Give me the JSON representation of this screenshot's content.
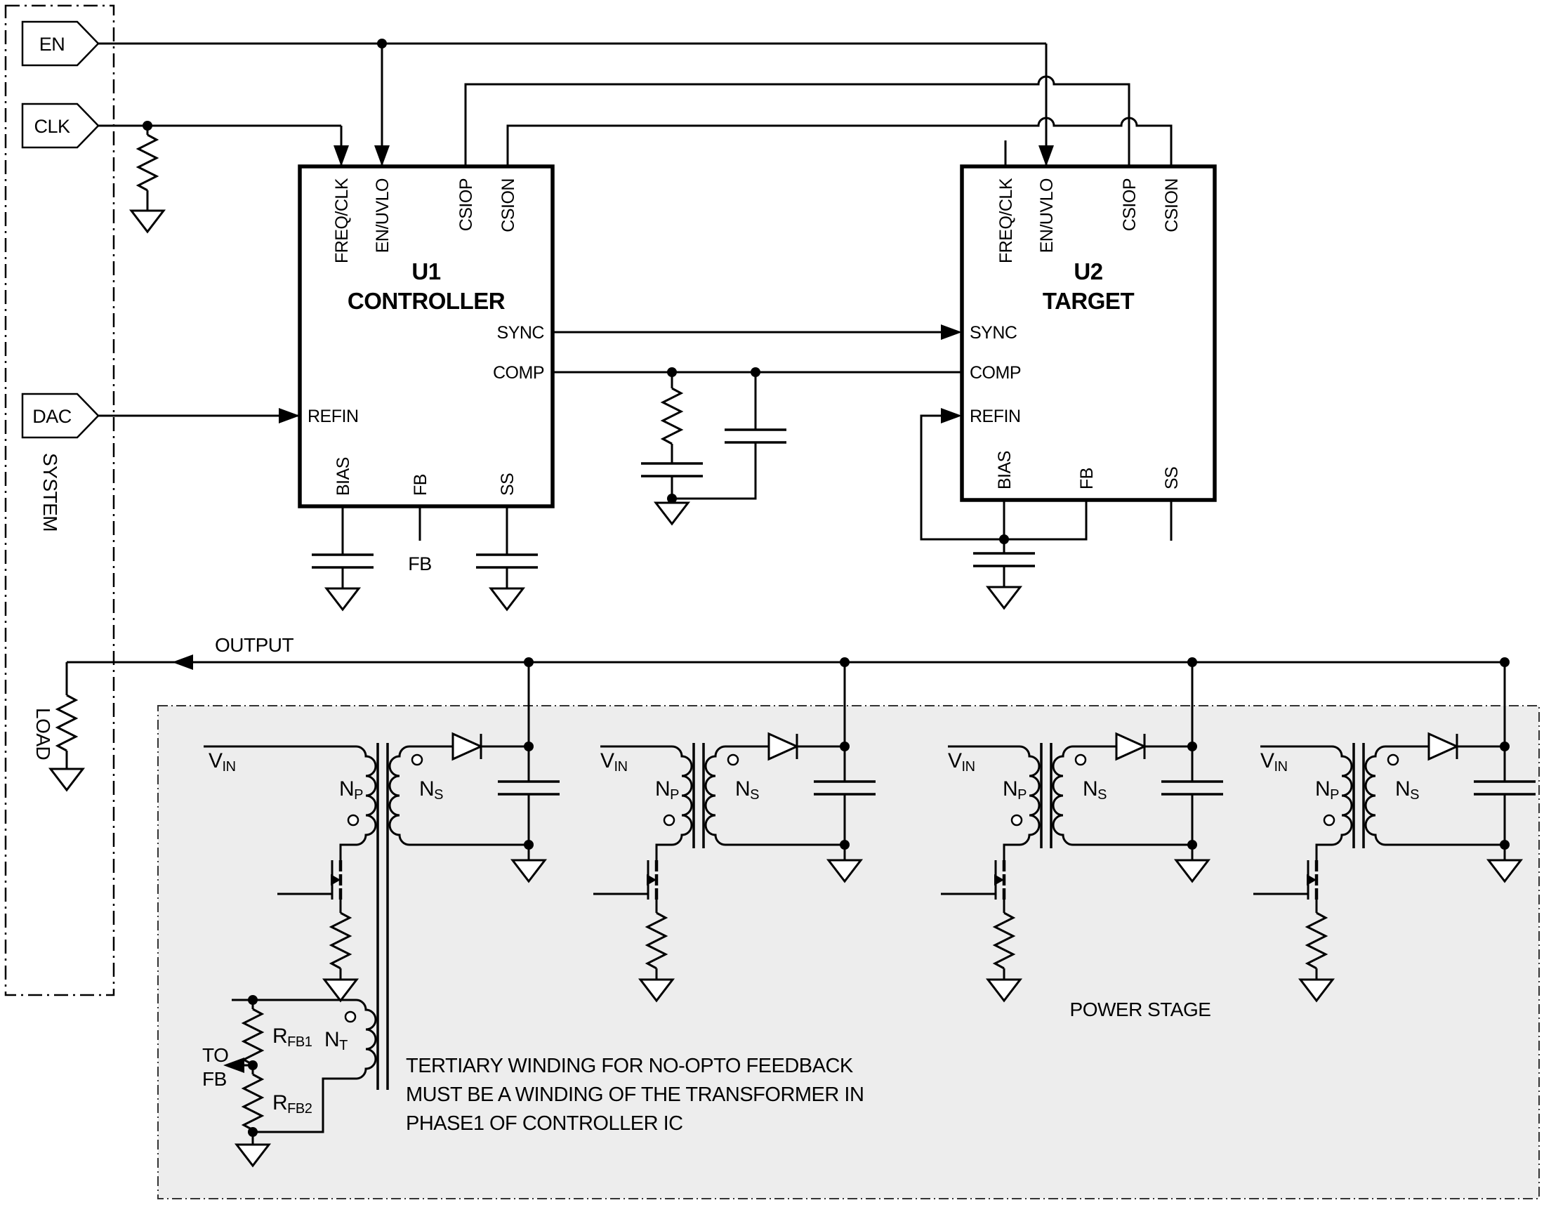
{
  "colors": {
    "power_stage_fill": "#ededed",
    "line": "#000000"
  },
  "system": {
    "label": "SYSTEM",
    "load_label": "LOAD",
    "inputs": [
      "EN",
      "CLK",
      "DAC"
    ]
  },
  "u1": {
    "ref": "U1",
    "name": "CONTROLLER",
    "pins_top": [
      "FREQ/CLK",
      "EN/UVLO",
      "CSIOP",
      "CSION"
    ],
    "pins_right": [
      "SYNC",
      "COMP"
    ],
    "pin_refin": "REFIN",
    "pins_bottom": [
      "BIAS",
      "FB",
      "SS"
    ],
    "fb_net": "FB"
  },
  "u2": {
    "ref": "U2",
    "name": "TARGET",
    "pins_top": [
      "FREQ/CLK",
      "EN/UVLO",
      "CSIOP",
      "CSION"
    ],
    "pins_left": [
      "SYNC",
      "COMP",
      "REFIN"
    ],
    "pins_bottom": [
      "BIAS",
      "FB",
      "SS"
    ]
  },
  "output": {
    "label": "OUTPUT"
  },
  "power_stage": {
    "label": "POWER STAGE",
    "note": [
      "TERTIARY WINDING FOR NO-OPTO FEEDBACK",
      "MUST BE A WINDING OF THE TRANSFORMER IN",
      "PHASE1 OF CONTROLLER IC"
    ],
    "stages": [
      {
        "vin_main": "V",
        "vin_sub": "IN",
        "np_main": "N",
        "np_sub": "P",
        "ns_main": "N",
        "ns_sub": "S"
      },
      {
        "vin_main": "V",
        "vin_sub": "IN",
        "np_main": "N",
        "np_sub": "P",
        "ns_main": "N",
        "ns_sub": "S"
      },
      {
        "vin_main": "V",
        "vin_sub": "IN",
        "np_main": "N",
        "np_sub": "P",
        "ns_main": "N",
        "ns_sub": "S"
      },
      {
        "vin_main": "V",
        "vin_sub": "IN",
        "np_main": "N",
        "np_sub": "P",
        "ns_main": "N",
        "ns_sub": "S"
      }
    ],
    "tertiary": {
      "nt_main": "N",
      "nt_sub": "T",
      "rfb1_main": "R",
      "rfb1_sub": "FB1",
      "rfb2_main": "R",
      "rfb2_sub": "FB2",
      "to_fb_line1": "TO",
      "to_fb_line2": "FB"
    }
  }
}
